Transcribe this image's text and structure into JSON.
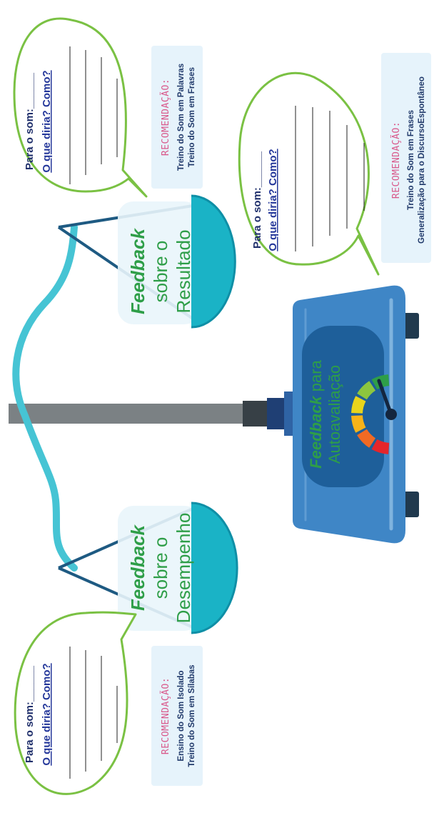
{
  "colors": {
    "bubble_stroke": "#7ac143",
    "pan_teal": "#1ab3c6",
    "beam_teal": "#46c4d4",
    "dark_navy": "#1e5a82",
    "scale_blue": "#3f86c6",
    "text_green": "#2e9e48",
    "caption_pink": "#d9588a",
    "box_light_blue": "#e6f3fb"
  },
  "icons": [
    "speech-bubble-icon",
    "gauge-icon",
    "scale-pan-icon"
  ],
  "bubble_top": {
    "q_line1": "Para o som:______",
    "q_line2": "O que diria? Como?"
  },
  "bubble_right": {
    "q_line1": "Para o som:______",
    "q_line2": "O que diria? Como?"
  },
  "bubble_bottom": {
    "q_line1": "Para o som:______",
    "q_line2": "O que diria? Como?"
  },
  "rec_top": {
    "caption": "RECOMENDAÇÃO:",
    "line1": "Treino do Som em Palavras",
    "line2": "Treino do Som em Frases"
  },
  "rec_right": {
    "caption": "RECOMENDAÇÃO:",
    "line1": "Treino do Som em Frases",
    "line2": "Generalização para o DiscursoEspontâneo"
  },
  "rec_bottom": {
    "caption": "RECOMENDAÇÃO:",
    "line1": "Ensino do Som Isolado",
    "line2": "Treino do Som em Sílabas"
  },
  "pan_top": {
    "italic": "Feedback",
    "line2": "sobre o",
    "line3": "Resultado"
  },
  "pan_bottom": {
    "italic": "Feedback",
    "line2": "sobre o",
    "line3": "Desempenho"
  },
  "screen": {
    "italic": "Feedback",
    "rest": " para",
    "line2": "Autoavaliação"
  },
  "gauge": {
    "segments": [
      "#e5262b",
      "#f06a24",
      "#f7b319",
      "#e8d41c",
      "#8cc63f",
      "#2e9e48"
    ],
    "needle_level": "high"
  }
}
